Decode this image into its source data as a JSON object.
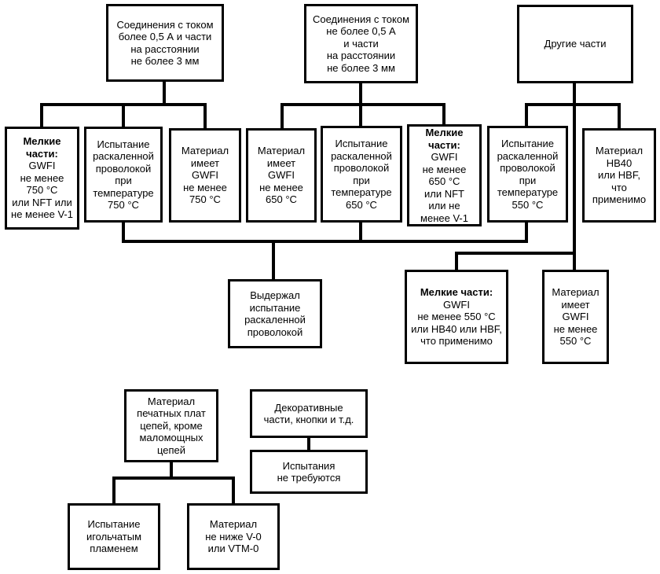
{
  "colors": {
    "line": "#000000",
    "border": "#000000",
    "background": "#ffffff",
    "text": "#000000"
  },
  "nodes": {
    "top_current_over": {
      "text": "Соединения с током\nболее 0,5 А и части\nна расстоянии\nне более 3 мм"
    },
    "top_current_under": {
      "text": "Соединения с током\nне более 0,5 А\nи части\nна расстоянии\nне более 3 мм"
    },
    "top_other_parts": {
      "text": "Другие части"
    },
    "small_parts_750": {
      "bold": "Мелкие\nчасти:",
      "rest": "\nGWFI\nне менее\n750 °C\nили NFT или\nне менее V-1"
    },
    "glow_wire_750": {
      "text": "Испытание\nраскаленной\nпроволокой\nпри\nтемпературе\n750 °C"
    },
    "material_gwfi_750": {
      "text": "Материал\nимеет\nGWFI\nне менее\n750 °C"
    },
    "material_gwfi_650": {
      "text": "Материал\nимеет\nGWFI\nне менее\n650 °C"
    },
    "glow_wire_650": {
      "text": "Испытание\nраскаленной\nпроволокой\nпри\nтемпературе\n650 °C"
    },
    "small_parts_650": {
      "bold": "Мелкие\nчасти:",
      "rest": "\nGWFI\nне менее\n650 °C\nили NFT\nили не\nменее V-1"
    },
    "glow_wire_550": {
      "text": "Испытание\nраскаленной\nпроволокой\nпри\nтемпературе\n550 °C"
    },
    "material_hb40": {
      "text": "Материал\nHB40\nили HBF,\nчто\nприменимо"
    },
    "passed_glow_wire": {
      "text": "Выдержал\nиспытание\nраскаленной\nпроволокой"
    },
    "small_parts_550": {
      "bold": "Мелкие части:",
      "rest": "\nGWFI\nне менее 550 °C\nили HB40 или HBF,\nчто применимо"
    },
    "material_gwfi_550": {
      "text": "Материал\nимеет\nGWFI\nне менее\n550 °C"
    },
    "pcb_material": {
      "text": "Материал\nпечатных плат\nцепей, кроме\nмаломощных\nцепей"
    },
    "decorative_parts": {
      "text": "Декоративные\nчасти, кнопки и т.д."
    },
    "no_tests_required": {
      "text": "Испытания\nне требуются"
    },
    "needle_flame_test": {
      "text": "Испытание\nигольчатым\nпламенем"
    },
    "material_v0": {
      "text": "Материал\nне ниже V-0\nили VTM-0"
    }
  }
}
